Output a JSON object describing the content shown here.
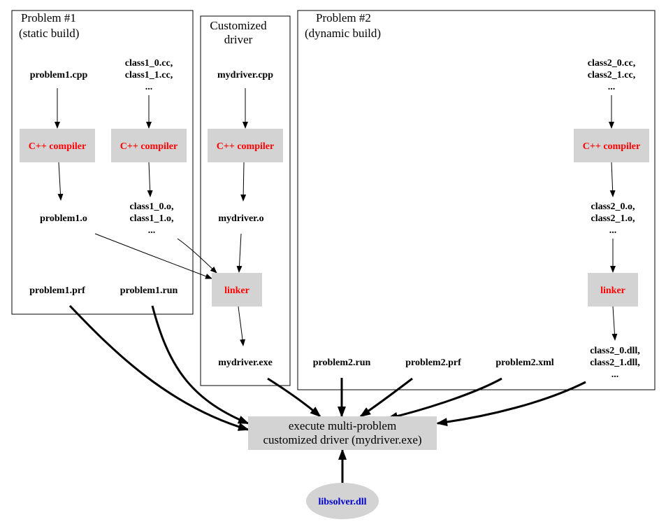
{
  "colors": {
    "process_fill": "#d3d3d3",
    "tool_text": "#ff0000",
    "library_text": "#0000cc",
    "stroke": "#000000"
  },
  "clusters": {
    "problem1": {
      "title_lines": [
        "Problem #1",
        "(static build)"
      ]
    },
    "driver": {
      "title_lines": [
        "Customized",
        "driver"
      ]
    },
    "problem2": {
      "title_lines": [
        "Problem #2",
        "(dynamic build)"
      ]
    }
  },
  "nodes": {
    "problem1_cpp": {
      "lines": [
        "problem1.cpp"
      ]
    },
    "class1_cc": {
      "lines": [
        "class1_0.cc,",
        "class1_1.cc,",
        "..."
      ]
    },
    "compiler_p1a": {
      "lines": [
        "C++ compiler"
      ],
      "kind": "tool"
    },
    "compiler_p1b": {
      "lines": [
        "C++ compiler"
      ],
      "kind": "tool"
    },
    "problem1_o": {
      "lines": [
        "problem1.o"
      ]
    },
    "class1_o": {
      "lines": [
        "class1_0.o,",
        "class1_1.o,",
        "..."
      ]
    },
    "problem1_prf": {
      "lines": [
        "problem1.prf"
      ]
    },
    "problem1_run": {
      "lines": [
        "problem1.run"
      ]
    },
    "mydriver_cpp": {
      "lines": [
        "mydriver.cpp"
      ]
    },
    "compiler_drv": {
      "lines": [
        "C++ compiler"
      ],
      "kind": "tool"
    },
    "mydriver_o": {
      "lines": [
        "mydriver.o"
      ]
    },
    "linker_drv": {
      "lines": [
        "linker"
      ],
      "kind": "tool"
    },
    "mydriver_exe": {
      "lines": [
        "mydriver.exe"
      ]
    },
    "class2_cc": {
      "lines": [
        "class2_0.cc,",
        "class2_1.cc,",
        "..."
      ]
    },
    "compiler_p2": {
      "lines": [
        "C++ compiler"
      ],
      "kind": "tool"
    },
    "class2_o": {
      "lines": [
        "class2_0.o,",
        "class2_1.o,",
        "..."
      ]
    },
    "linker_p2": {
      "lines": [
        "linker"
      ],
      "kind": "tool"
    },
    "class2_dll": {
      "lines": [
        "class2_0.dll,",
        "class2_1.dll,",
        "..."
      ]
    },
    "problem2_run": {
      "lines": [
        "problem2.run"
      ]
    },
    "problem2_prf": {
      "lines": [
        "problem2.prf"
      ]
    },
    "problem2_xml": {
      "lines": [
        "problem2.xml"
      ]
    },
    "execute": {
      "lines": [
        "execute multi-problem",
        "customized driver (mydriver.exe)"
      ],
      "kind": "main"
    },
    "libsolver": {
      "lines": [
        "libsolver.dll"
      ],
      "kind": "library"
    }
  },
  "edges": [
    {
      "from": "problem1_cpp",
      "to": "compiler_p1a"
    },
    {
      "from": "class1_cc",
      "to": "compiler_p1b"
    },
    {
      "from": "compiler_p1a",
      "to": "problem1_o"
    },
    {
      "from": "compiler_p1b",
      "to": "class1_o"
    },
    {
      "from": "problem1_o",
      "to": "linker_drv"
    },
    {
      "from": "class1_o",
      "to": "linker_drv"
    },
    {
      "from": "mydriver_cpp",
      "to": "compiler_drv"
    },
    {
      "from": "compiler_drv",
      "to": "mydriver_o"
    },
    {
      "from": "mydriver_o",
      "to": "linker_drv"
    },
    {
      "from": "linker_drv",
      "to": "mydriver_exe"
    },
    {
      "from": "class2_cc",
      "to": "compiler_p2"
    },
    {
      "from": "compiler_p2",
      "to": "class2_o"
    },
    {
      "from": "class2_o",
      "to": "linker_p2"
    },
    {
      "from": "linker_p2",
      "to": "class2_dll"
    },
    {
      "from": "problem1_prf",
      "to": "execute",
      "style": "thick"
    },
    {
      "from": "problem1_run",
      "to": "execute",
      "style": "thick"
    },
    {
      "from": "mydriver_exe",
      "to": "execute",
      "style": "thick"
    },
    {
      "from": "problem2_run",
      "to": "execute",
      "style": "thick"
    },
    {
      "from": "problem2_prf",
      "to": "execute",
      "style": "thick"
    },
    {
      "from": "problem2_xml",
      "to": "execute",
      "style": "thick"
    },
    {
      "from": "class2_dll",
      "to": "execute",
      "style": "thick"
    },
    {
      "from": "libsolver",
      "to": "execute",
      "style": "thick"
    }
  ]
}
